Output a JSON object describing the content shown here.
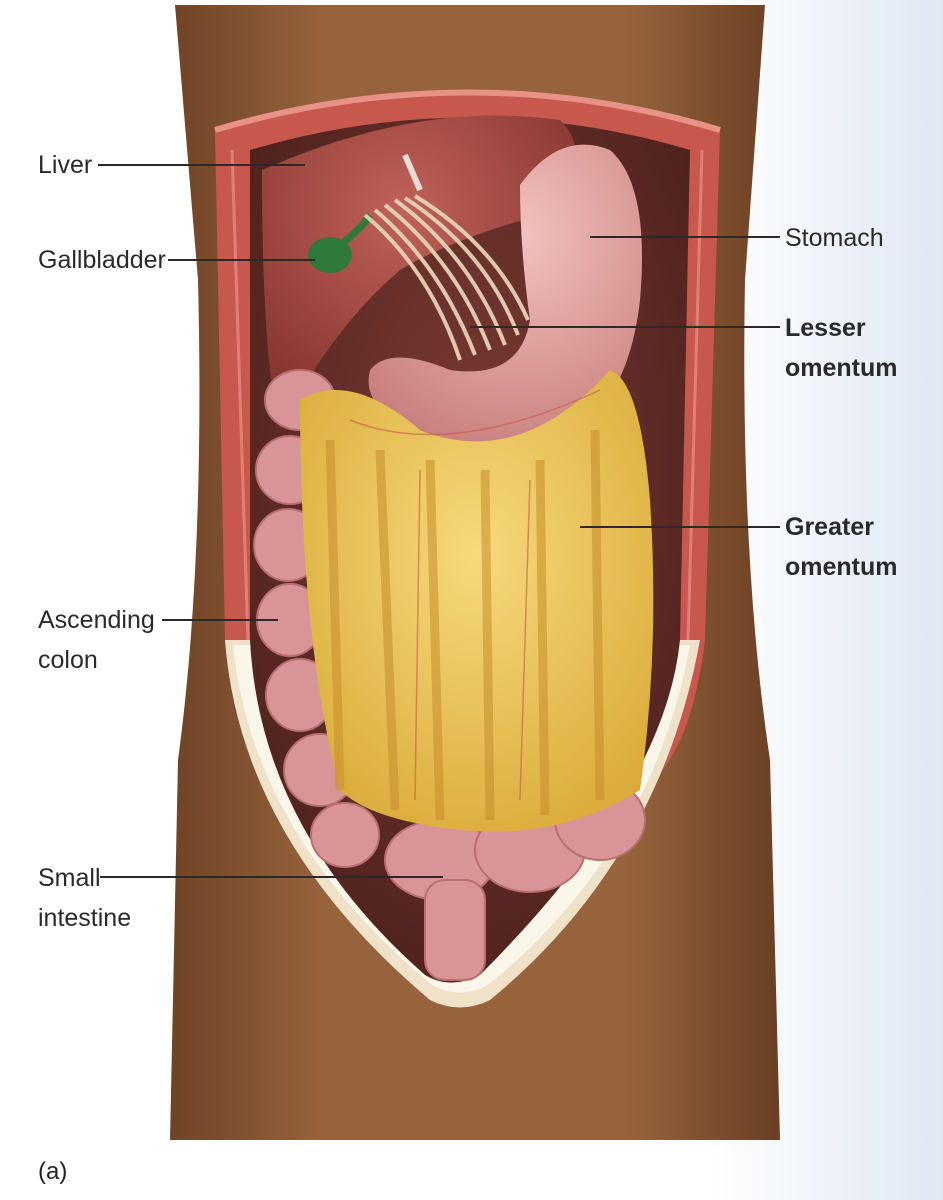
{
  "labels": {
    "liver": "Liver",
    "gallbladder": "Gallbladder",
    "stomach": "Stomach",
    "lesser_omentum": "Lesser\nomentum",
    "greater_omentum": "Greater\nomentum",
    "ascending_colon": "Ascending\ncolon",
    "small_intestine": "Small\nintestine"
  },
  "panel_label": "(a)",
  "colors": {
    "skin": "#8a5a35",
    "muscle": "#c8584e",
    "liver": "#9c3d36",
    "gallbladder": "#2f7a3a",
    "stomach": "#e4a3a0",
    "fat": "#e8c14e",
    "colon": "#d89496",
    "background_tint": "#e9eef7"
  }
}
